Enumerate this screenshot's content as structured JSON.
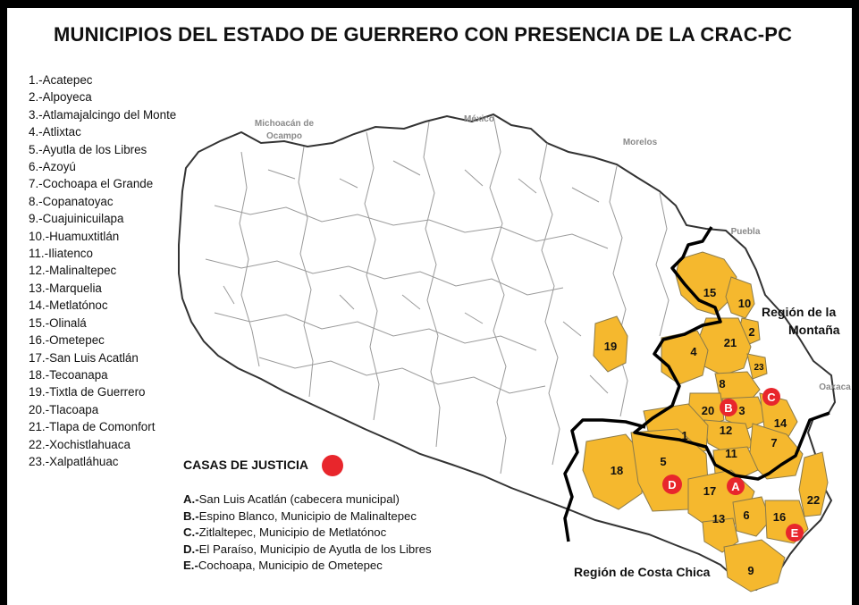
{
  "title": "MUNICIPIOS DEL ESTADO DE GUERRERO CON PRESENCIA DE LA CRAC-PC",
  "municipios": [
    "1.-Acatepec",
    "2.-Alpoyeca",
    "3.-Atlamajalcingo del Monte",
    "4.-Atlixtac",
    "5.-Ayutla de los Libres",
    "6.-Azoyú",
    "7.-Cochoapa el Grande",
    "8.-Copanatoyac",
    "9.-Cuajuinicuilapa",
    "10.-Huamuxtitlán",
    "11.-Iliatenco",
    "12.-Malinaltepec",
    "13.-Marquelia",
    "14.-Metlatónoc",
    "15.-Olinalá",
    "16.-Ometepec",
    "17.-San Luis Acatlán",
    "18.-Tecoanapa",
    "19.-Tixtla de Guerrero",
    "20.-Tlacoapa",
    "21.-Tlapa de Comonfort",
    "22.-Xochistlahuaca",
    "23.-Xalpatláhuac"
  ],
  "neighbor_states": [
    {
      "label_lines": [
        "Michoacán de",
        "Ocampo"
      ]
    },
    {
      "label_lines": [
        "México"
      ]
    },
    {
      "label_lines": [
        "Morelos"
      ]
    },
    {
      "label_lines": [
        "Puebla"
      ]
    },
    {
      "label_lines": [
        "Oaxaca"
      ]
    }
  ],
  "regions": {
    "montana": [
      "Región de la",
      "Montaña"
    ],
    "costa_chica": "Región de Costa Chica"
  },
  "legend": {
    "title": "CASAS DE JUSTICIA",
    "marker_color": "#e8262c",
    "items": [
      {
        "letter": "A.-",
        "text": "San Luis Acatlán (cabecera municipal)"
      },
      {
        "letter": "B.-",
        "text": "Espino Blanco, Municipio de Malinaltepec"
      },
      {
        "letter": "C.-",
        "text": "Zitlaltepec, Municipio de Metlatónoc"
      },
      {
        "letter": "D.-",
        "text": "El Paraíso, Municipio de Ayutla de los Libres"
      },
      {
        "letter": "E.-",
        "text": "Cochoapa, Municipio de Ometepec"
      }
    ]
  },
  "map_numbers": [
    "1",
    "2",
    "3",
    "4",
    "5",
    "6",
    "7",
    "8",
    "9",
    "10",
    "11",
    "12",
    "13",
    "14",
    "15",
    "16",
    "17",
    "18",
    "19",
    "20",
    "21",
    "22",
    "23"
  ],
  "casa_markers": [
    "A",
    "B",
    "C",
    "D",
    "E"
  ],
  "colors": {
    "highlight_fill": "#f5b82e",
    "municipality_stroke": "#7a7a7a",
    "region_boundary": "#000000",
    "casa_marker": "#e8262c"
  }
}
